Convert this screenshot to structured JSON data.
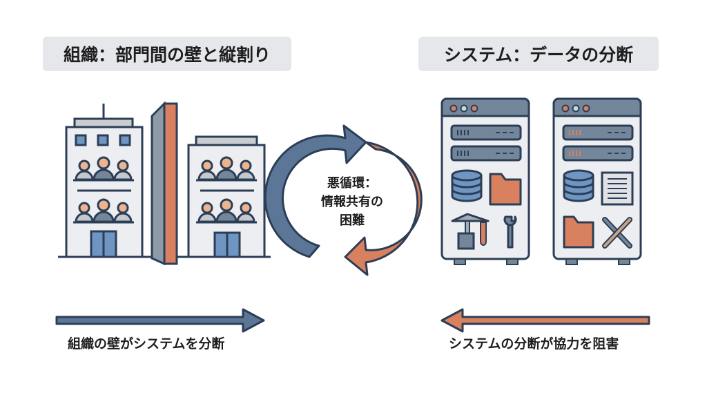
{
  "left_section": {
    "title": "組織：部門間の壁と縦割り",
    "icons": [
      "office-building",
      "wall",
      "office-building"
    ]
  },
  "right_section": {
    "title": "システム：データの分断",
    "icons": [
      "server-window",
      "server-window"
    ]
  },
  "center": {
    "label_line1": "悪循環：",
    "label_line2": "情報共有の",
    "label_line3": "困難",
    "icon": "cycle-arrows"
  },
  "bottom": {
    "left_caption": "組織の壁がシステムを分断",
    "left_arrow_direction": "right",
    "right_caption": "システムの分断が協力を阻害",
    "right_arrow_direction": "left"
  },
  "colors": {
    "blue": "#5b7697",
    "orange": "#d9805f",
    "outline": "#2c3e55",
    "panel": "#e6e7ea",
    "light": "#eceef1"
  }
}
